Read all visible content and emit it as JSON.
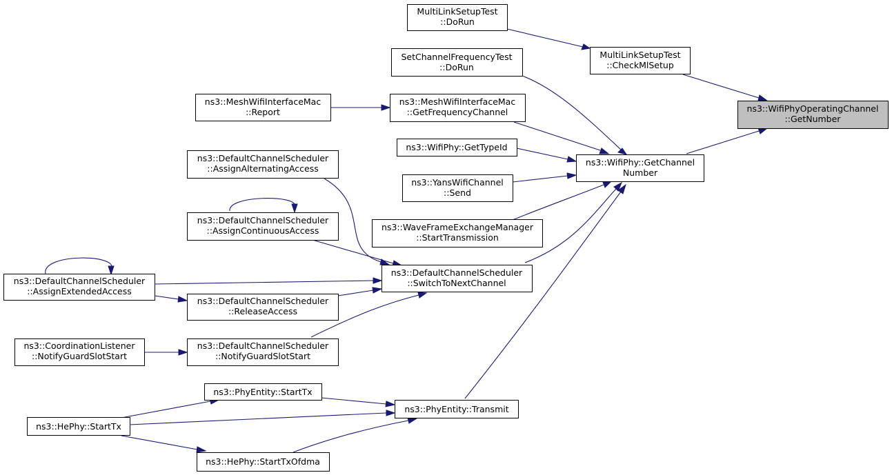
{
  "nodes": {
    "mlst_dorun": {
      "line1": "MultiLinkSetupTest",
      "line2": "::DoRun"
    },
    "mlst_check": {
      "line1": "MultiLinkSetupTest",
      "line2": "::CheckMlSetup"
    },
    "scft_dorun": {
      "line1": "SetChannelFrequencyTest",
      "line2": "::DoRun"
    },
    "mesh_report": {
      "line1": "ns3::MeshWifiInterfaceMac",
      "line2": "::Report"
    },
    "mesh_getfreq": {
      "line1": "ns3::MeshWifiInterfaceMac",
      "line2": "::GetFrequencyChannel"
    },
    "target": {
      "line1": "ns3::WifiPhyOperatingChannel",
      "line2": "::GetNumber"
    },
    "wifiphy_typeid": {
      "line1": "ns3::WifiPhy::GetTypeId"
    },
    "wifiphy_getch": {
      "line1": "ns3::WifiPhy::GetChannel",
      "line2": "Number"
    },
    "yans_send": {
      "line1": "ns3::YansWifiChannel",
      "line2": "::Send"
    },
    "wave_start": {
      "line1": "ns3::WaveFrameExchangeManager",
      "line2": "::StartTransmission"
    },
    "dcs_alt": {
      "line1": "ns3::DefaultChannelScheduler",
      "line2": "::AssignAlternatingAccess"
    },
    "dcs_cont": {
      "line1": "ns3::DefaultChannelScheduler",
      "line2": "::AssignContinuousAccess"
    },
    "dcs_ext": {
      "line1": "ns3::DefaultChannelScheduler",
      "line2": "::AssignExtendedAccess"
    },
    "dcs_switch": {
      "line1": "ns3::DefaultChannelScheduler",
      "line2": "::SwitchToNextChannel"
    },
    "dcs_release": {
      "line1": "ns3::DefaultChannelScheduler",
      "line2": "::ReleaseAccess"
    },
    "coord_notify": {
      "line1": "ns3::CoordinationListener",
      "line2": "::NotifyGuardSlotStart"
    },
    "dcs_notify": {
      "line1": "ns3::DefaultChannelScheduler",
      "line2": "::NotifyGuardSlotStart"
    },
    "phyentity_starttx": {
      "line1": "ns3::PhyEntity::StartTx"
    },
    "phyentity_transmit": {
      "line1": "ns3::PhyEntity::Transmit"
    },
    "hephy_starttx": {
      "line1": "ns3::HePhy::StartTx"
    },
    "hephy_ofdma": {
      "line1": "ns3::HePhy::StartTxOfdma"
    }
  },
  "colors": {
    "edge": "#191970",
    "focus_fill": "#bfbfbf",
    "node_border": "#000000"
  }
}
